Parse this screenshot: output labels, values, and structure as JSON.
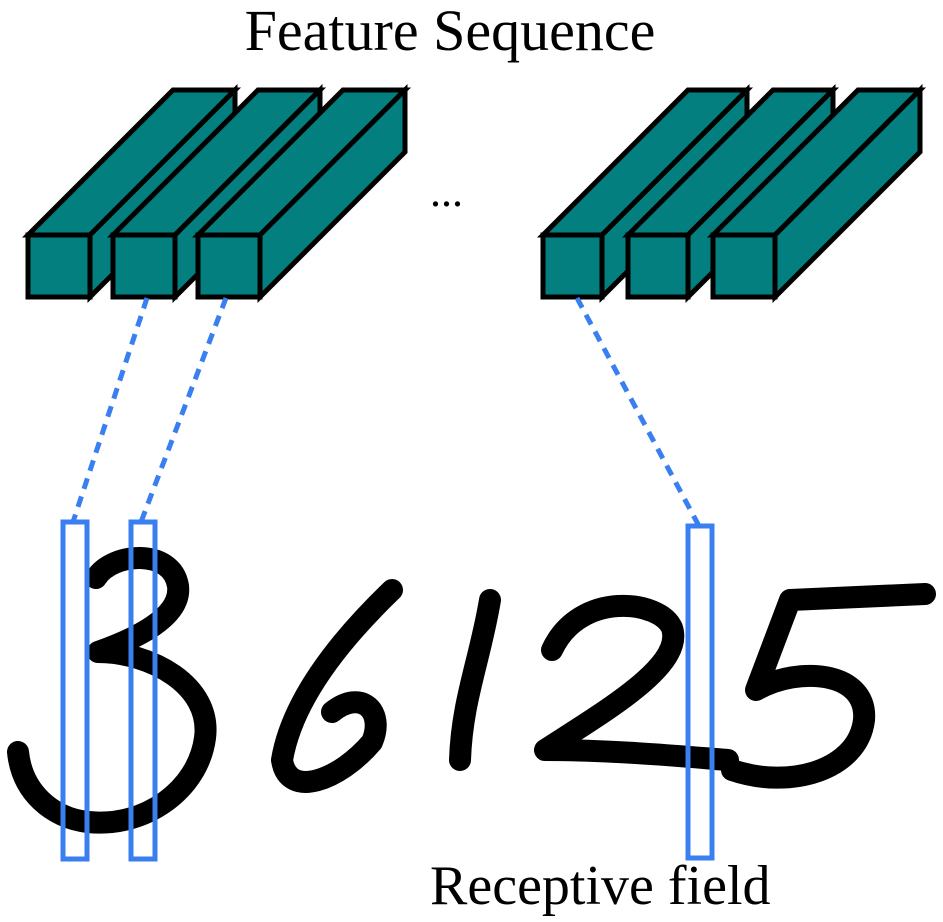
{
  "title": "Feature Sequence",
  "ellipsis": "...",
  "receptive_field_label": "Receptive field",
  "handwritten_digits": "36125",
  "colors": {
    "feature_fill": "#047F7F",
    "feature_stroke": "#000000",
    "connector": "#3A7FF0",
    "receptive_box": "#3A7FF0",
    "ink": "#000000"
  }
}
